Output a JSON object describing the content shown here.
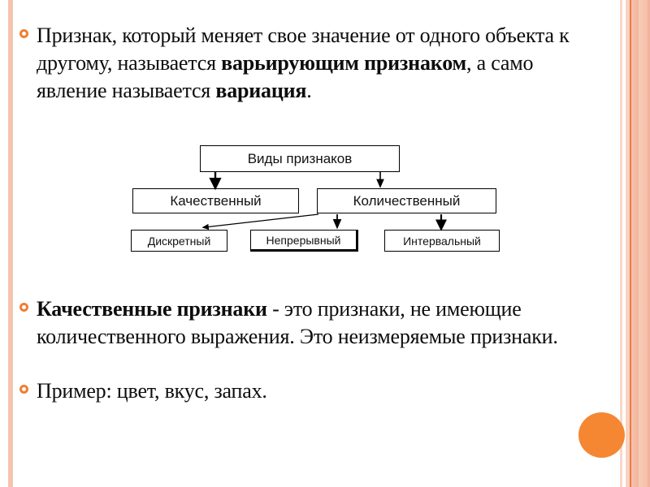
{
  "slide": {
    "background_color": "#ffffff",
    "accent_color": "#f58733",
    "border_color": "#f3b69c",
    "bullet_color": "#ef7f33"
  },
  "paragraphs": [
    {
      "id": "definition",
      "runs": [
        {
          "text": "Признак, который меняет свое значение от одного объекта к другому, называется ",
          "bold": false
        },
        {
          "text": "варьирующим признаком",
          "bold": true
        },
        {
          "text": ", а само явление называется ",
          "bold": false
        },
        {
          "text": "вариация",
          "bold": true
        },
        {
          "text": ".",
          "bold": false
        }
      ]
    },
    {
      "id": "qualitative-definition",
      "runs": [
        {
          "text": "Качественные признаки",
          "bold": true
        },
        {
          "text": " - это признаки, не имеющие количественного выражения. Это неизмеряемые признаки.",
          "bold": false
        }
      ]
    },
    {
      "id": "example",
      "runs": [
        {
          "text": "Пример:   цвет,  вкус, запах.",
          "bold": false
        }
      ]
    }
  ],
  "diagram": {
    "title": "Виды признаков",
    "nodes": {
      "root": "Виды признаков",
      "qualitative": "Качественный",
      "quantitative": "Количественный",
      "discrete": "Дискретный",
      "continuous": "Непрерывный",
      "interval": "Интервальный"
    },
    "edges": [
      {
        "from": "root",
        "to": "qualitative",
        "style": "elbow-arrow"
      },
      {
        "from": "root",
        "to": "quantitative",
        "style": "elbow-arrow"
      },
      {
        "from": "quantitative",
        "to": "discrete",
        "style": "diagonal-arrow"
      },
      {
        "from": "quantitative",
        "to": "continuous",
        "style": "elbow-arrow"
      },
      {
        "from": "quantitative",
        "to": "interval",
        "style": "elbow-arrow"
      }
    ]
  },
  "decor": {
    "circle_name": "accent-circle",
    "left_stripe": "left-border-stripe",
    "right_stripe": "right-border-stripe"
  }
}
